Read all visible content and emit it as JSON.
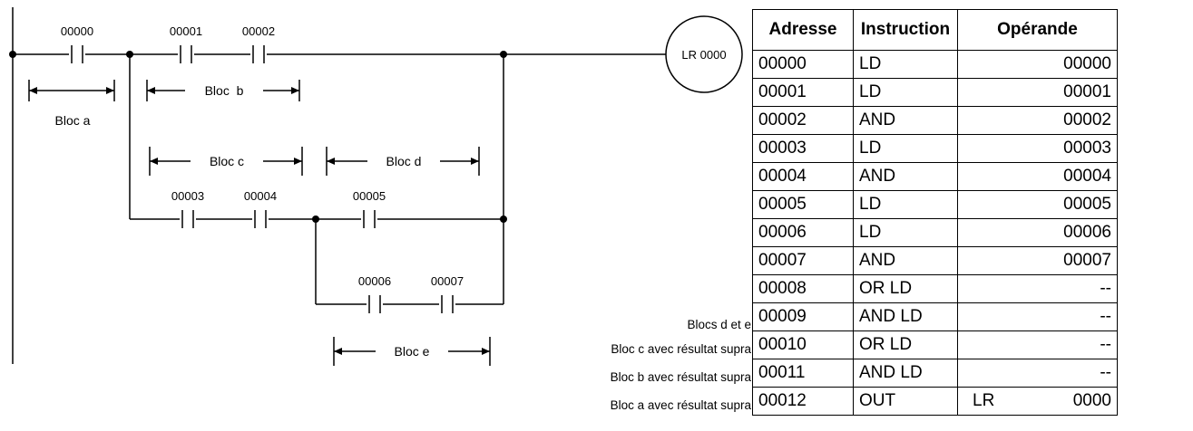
{
  "ladder": {
    "contacts": {
      "c0": "00000",
      "c1": "00001",
      "c2": "00002",
      "c3": "00003",
      "c4": "00004",
      "c5": "00005",
      "c6": "00006",
      "c7": "00007"
    },
    "coil": "LR 0000",
    "blocks": {
      "a": "Bloc a",
      "b": "Bloc  b",
      "c": "Bloc c",
      "d": "Bloc d",
      "e": "Bloc e"
    }
  },
  "notes": [
    "Blocs d et e",
    "Bloc c avec résultat supra",
    "Bloc b avec résultat supra",
    "Bloc a avec résultat supra"
  ],
  "table": {
    "headers": [
      "Adresse",
      "Instruction",
      "Opérande"
    ],
    "rows": [
      {
        "address": "00000",
        "instruction": "LD",
        "operand": "00000"
      },
      {
        "address": "00001",
        "instruction": "LD",
        "operand": "00001"
      },
      {
        "address": "00002",
        "instruction": "AND",
        "operand": "00002"
      },
      {
        "address": "00003",
        "instruction": "LD",
        "operand": "00003"
      },
      {
        "address": "00004",
        "instruction": "AND",
        "operand": "00004"
      },
      {
        "address": "00005",
        "instruction": "LD",
        "operand": "00005"
      },
      {
        "address": "00006",
        "instruction": "LD",
        "operand": "00006"
      },
      {
        "address": "00007",
        "instruction": "AND",
        "operand": "00007"
      },
      {
        "address": "00008",
        "instruction": "OR LD",
        "operand": "--"
      },
      {
        "address": "00009",
        "instruction": "AND LD",
        "operand": "--"
      },
      {
        "address": "00010",
        "instruction": "OR LD",
        "operand": "--"
      },
      {
        "address": "00011",
        "instruction": "AND LD",
        "operand": "--"
      },
      {
        "address": "00012",
        "instruction": "OUT",
        "operand_area": "LR",
        "operand_num": "0000"
      }
    ]
  }
}
